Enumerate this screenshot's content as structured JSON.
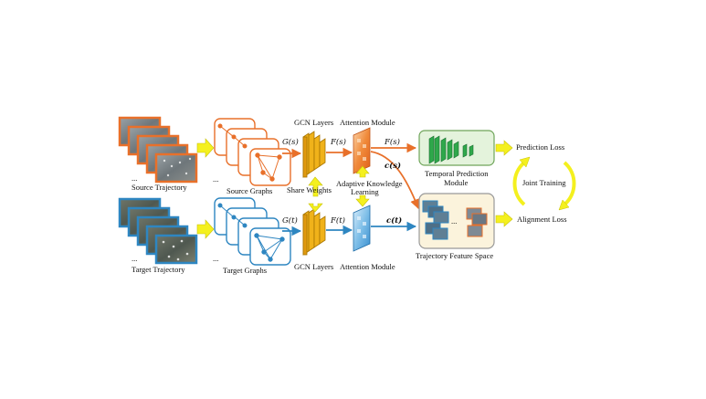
{
  "labels": {
    "source_trajectory": "Source Trajectory",
    "target_trajectory": "Target Trajectory",
    "source_graphs": "Source Graphs",
    "target_graphs": "Target Graphs",
    "gcn_top": "GCN Layers",
    "gcn_bottom": "GCN Layers",
    "share_weights": "Share Weights",
    "attention_top": "Attention Module",
    "attention_bottom": "Attention Module",
    "adaptive_line1": "Adaptive Knowledge",
    "adaptive_line2": "Learning",
    "temporal_line1": "Temporal Prediction",
    "temporal_line2": "Module",
    "feature_space": "Trajectory Feature Space",
    "prediction_loss": "Prediction Loss",
    "alignment_loss": "Alignment Loss",
    "joint_training": "Joint Training",
    "dots_traj_src": "...",
    "dots_traj_tgt": "...",
    "dots_graph_src": "...",
    "dots_graph_tgt": "...",
    "dots_feature": "..."
  },
  "math": {
    "g_source": "G(s)",
    "g_target": "G(t)",
    "f_source_in": "F(s)",
    "f_target_in": "F(t)",
    "f_source_out": "F(s)",
    "c_source_side": "c(s)",
    "c_target": "c(t)"
  },
  "colors": {
    "source": "#e8702a",
    "target": "#2e86c1",
    "gcn": "#f0b21a",
    "yellow_arrow": "#f4f01e",
    "temporal_bg": "#e4f3dc",
    "temporal_border": "#6fa55a",
    "feature_bg": "#fbf3dc",
    "feature_border": "#999999",
    "green_block": "#2fa84b"
  }
}
